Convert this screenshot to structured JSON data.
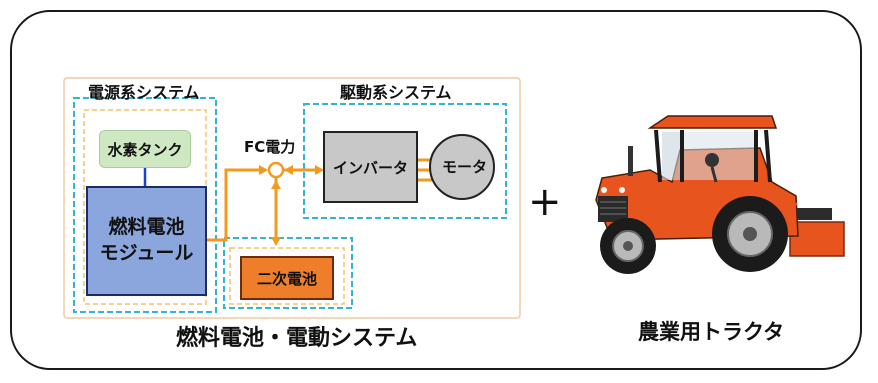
{
  "diagram": {
    "power_system_label": "電源系システム",
    "drive_system_label": "駆動系システム",
    "hydrogen_tank": "水素タンク",
    "fuel_cell_module_line1": "燃料電池",
    "fuel_cell_module_line2": "モジュール",
    "fc_power_label": "FC電力",
    "secondary_battery": "二次電池",
    "inverter": "インバータ",
    "motor": "モータ",
    "system_caption": "燃料電池・電動システム"
  },
  "plus_sign": "+",
  "tractor_caption": "農業用トラクタ",
  "colors": {
    "orange_line": "#f39a1e",
    "outer_border": "#f2c89e",
    "dashed_blue": "#33b3d6",
    "dashed_yellow": "#f2c36a",
    "tank_fill": "#cfe8c4",
    "fuel_cell_fill": "#8aa6dc",
    "battery_fill": "#ef7e2a",
    "gray_fill": "#c8c8c8",
    "tractor_orange": "#e8541e"
  }
}
